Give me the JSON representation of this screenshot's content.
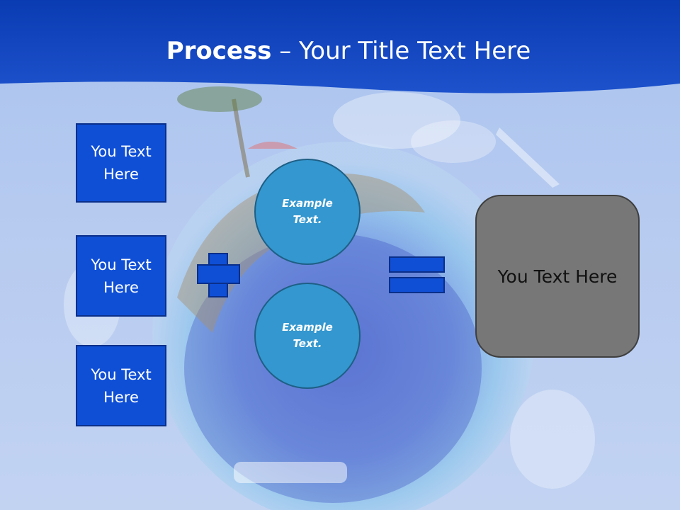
{
  "title": {
    "bold": "Process",
    "rest": " – Your Title Text Here"
  },
  "left_boxes": [
    "You Text Here",
    "You Text Here",
    "You Text Here"
  ],
  "circles": [
    "Example Text.",
    "Example Text."
  ],
  "operators": {
    "plus": "plus",
    "equals": "equals"
  },
  "result": "You Text Here",
  "colors": {
    "header": "#0d3fb8",
    "box": "#0f4fd6",
    "circle": "#3497cf",
    "result": "#777777"
  }
}
